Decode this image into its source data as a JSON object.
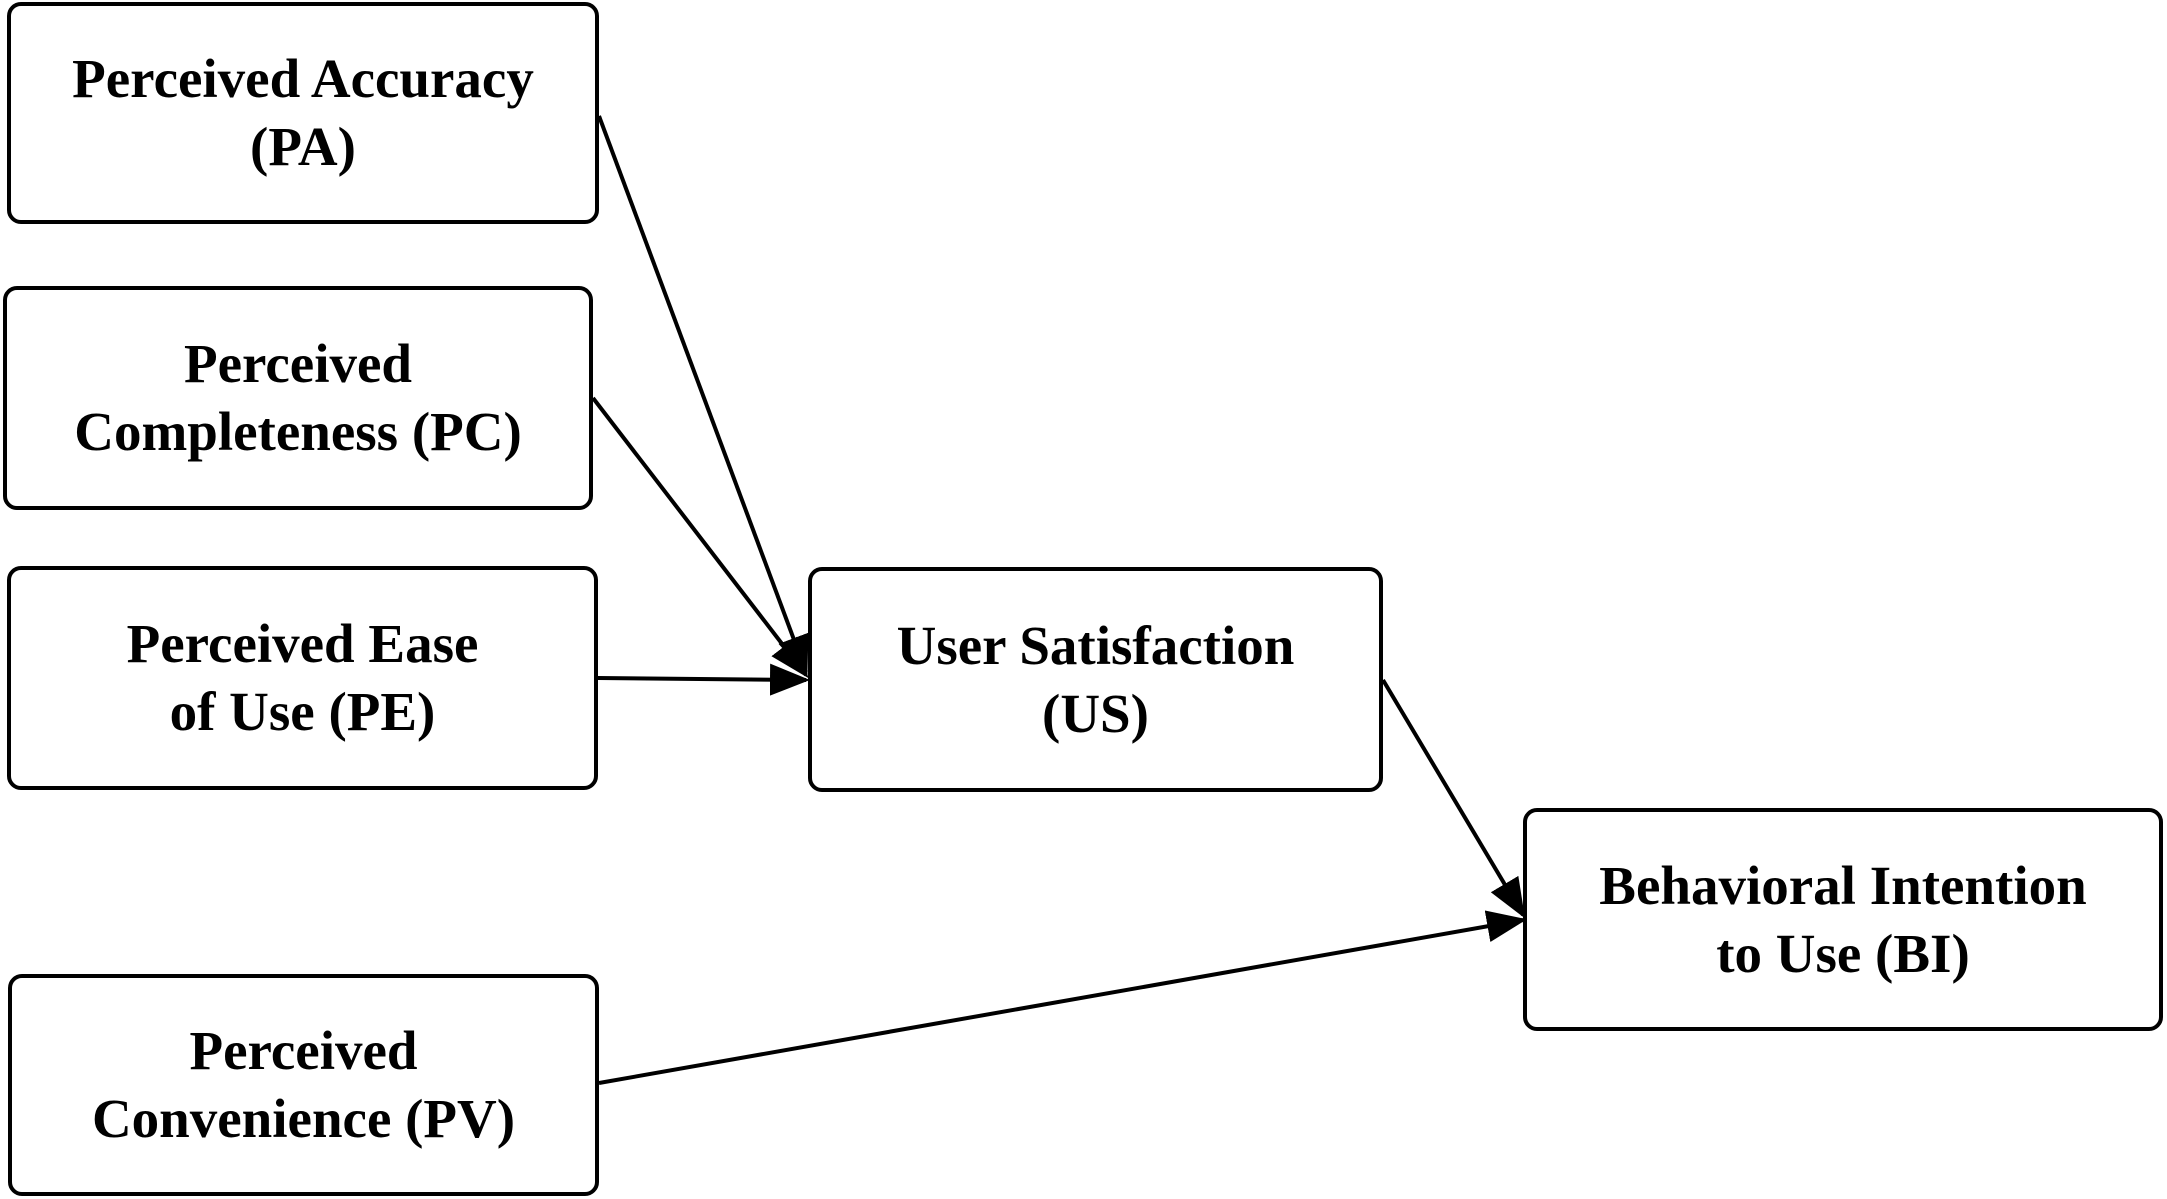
{
  "nodes": {
    "pa": {
      "line1": "Perceived Accuracy",
      "line2": "(PA)"
    },
    "pc": {
      "line1": "Perceived",
      "line2": "Completeness (PC)"
    },
    "pe": {
      "line1": "Perceived Ease",
      "line2": "of Use (PE)"
    },
    "pv": {
      "line1": "Perceived",
      "line2": "Convenience (PV)"
    },
    "us": {
      "line1": "User Satisfaction",
      "line2": "(US)"
    },
    "bi": {
      "line1": "Behavioral Intention",
      "line2": "to Use (BI)"
    }
  },
  "edges": [
    {
      "from": "PA",
      "to": "US"
    },
    {
      "from": "PC",
      "to": "US"
    },
    {
      "from": "PE",
      "to": "US"
    },
    {
      "from": "US",
      "to": "BI"
    },
    {
      "from": "PV",
      "to": "BI"
    }
  ],
  "colors": {
    "stroke": "#000000",
    "background": "#ffffff"
  }
}
